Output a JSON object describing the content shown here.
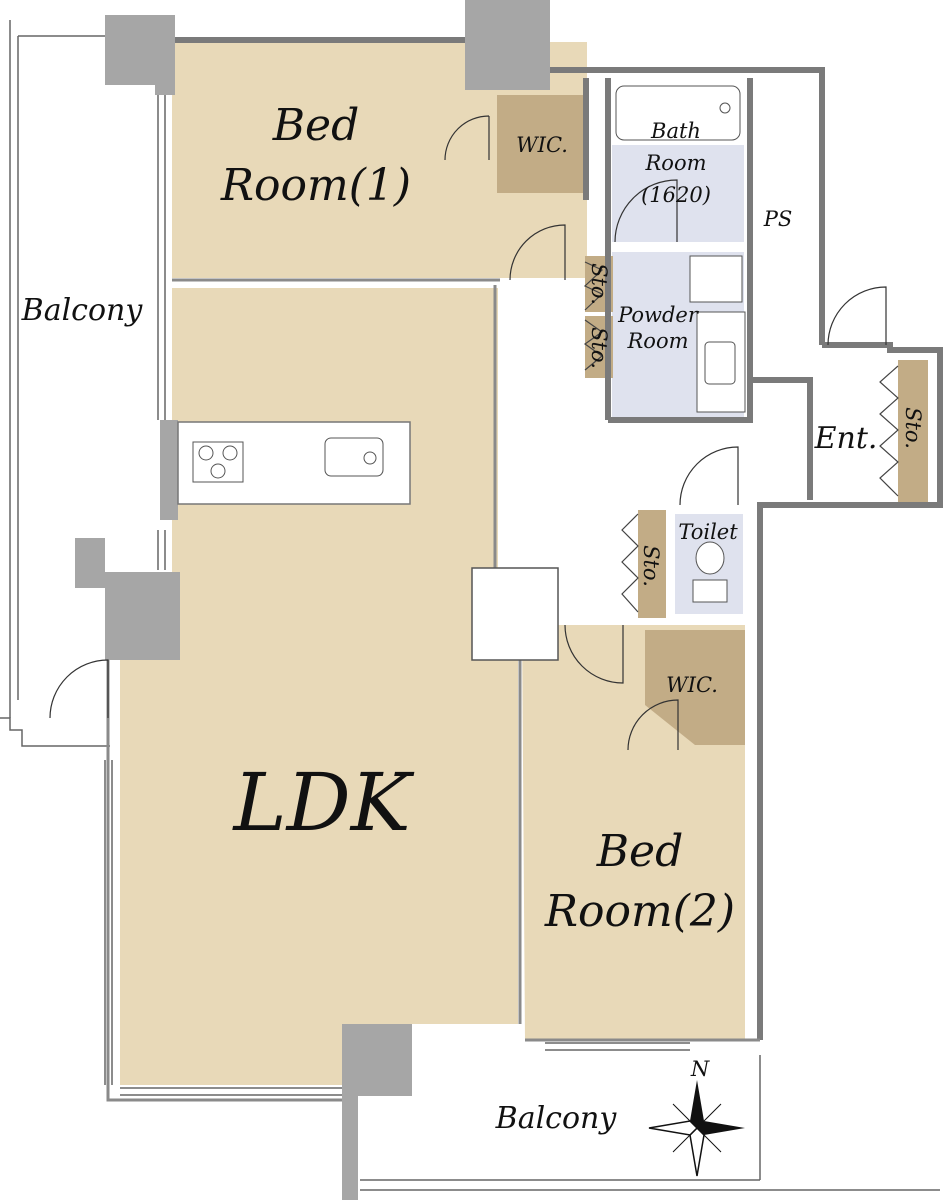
{
  "rooms": {
    "bed1": {
      "line1": "Bed",
      "line2": "Room(1)"
    },
    "bed2": {
      "line1": "Bed",
      "line2": "Room(2)"
    },
    "ldk": "LDK",
    "wic1": "WIC.",
    "wic2": "WIC.",
    "bath": {
      "line1": "Bath",
      "line2": "Room",
      "line3": "(1620)"
    },
    "powder": {
      "line1": "Powder",
      "line2": "Room"
    },
    "ps": "PS",
    "entrance": "Ent.",
    "toilet": "Toilet",
    "sto_a": "Sto.",
    "sto_b": "Sto.",
    "sto_c": "Sto.",
    "sto_d": "Sto.",
    "balcony_west": "Balcony",
    "balcony_south": "Balcony"
  },
  "compass": {
    "north_label": "N"
  },
  "colors": {
    "room_floor": "#e8d9b8",
    "wet_area": "#dfe2ee",
    "storage": "#c2ac86",
    "wall": "#a6a6a6"
  }
}
